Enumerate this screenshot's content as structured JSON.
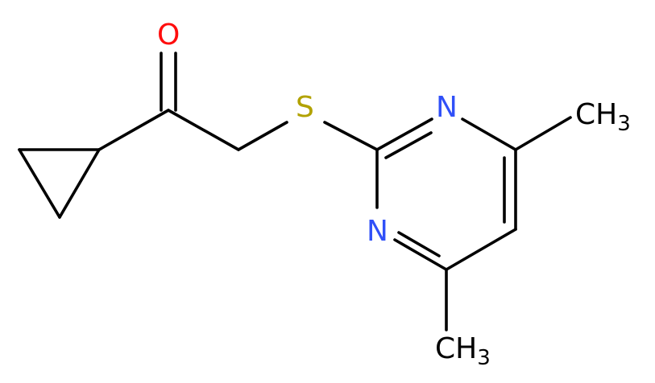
{
  "molecule": {
    "atoms": {
      "oxygen": {
        "label": "O",
        "color": "#ff0d0d"
      },
      "sulfur": {
        "label": "S",
        "color": "#b2a200"
      },
      "nitrogen_top": {
        "label": "N",
        "color": "#3050f8"
      },
      "nitrogen_bottom": {
        "label": "N",
        "color": "#3050f8"
      },
      "methyl_top": {
        "label": "CH",
        "subscript": "3",
        "color": "#000000"
      },
      "methyl_bottom": {
        "label": "CH",
        "subscript": "3",
        "color": "#000000"
      }
    },
    "bond_color": "#000000"
  }
}
